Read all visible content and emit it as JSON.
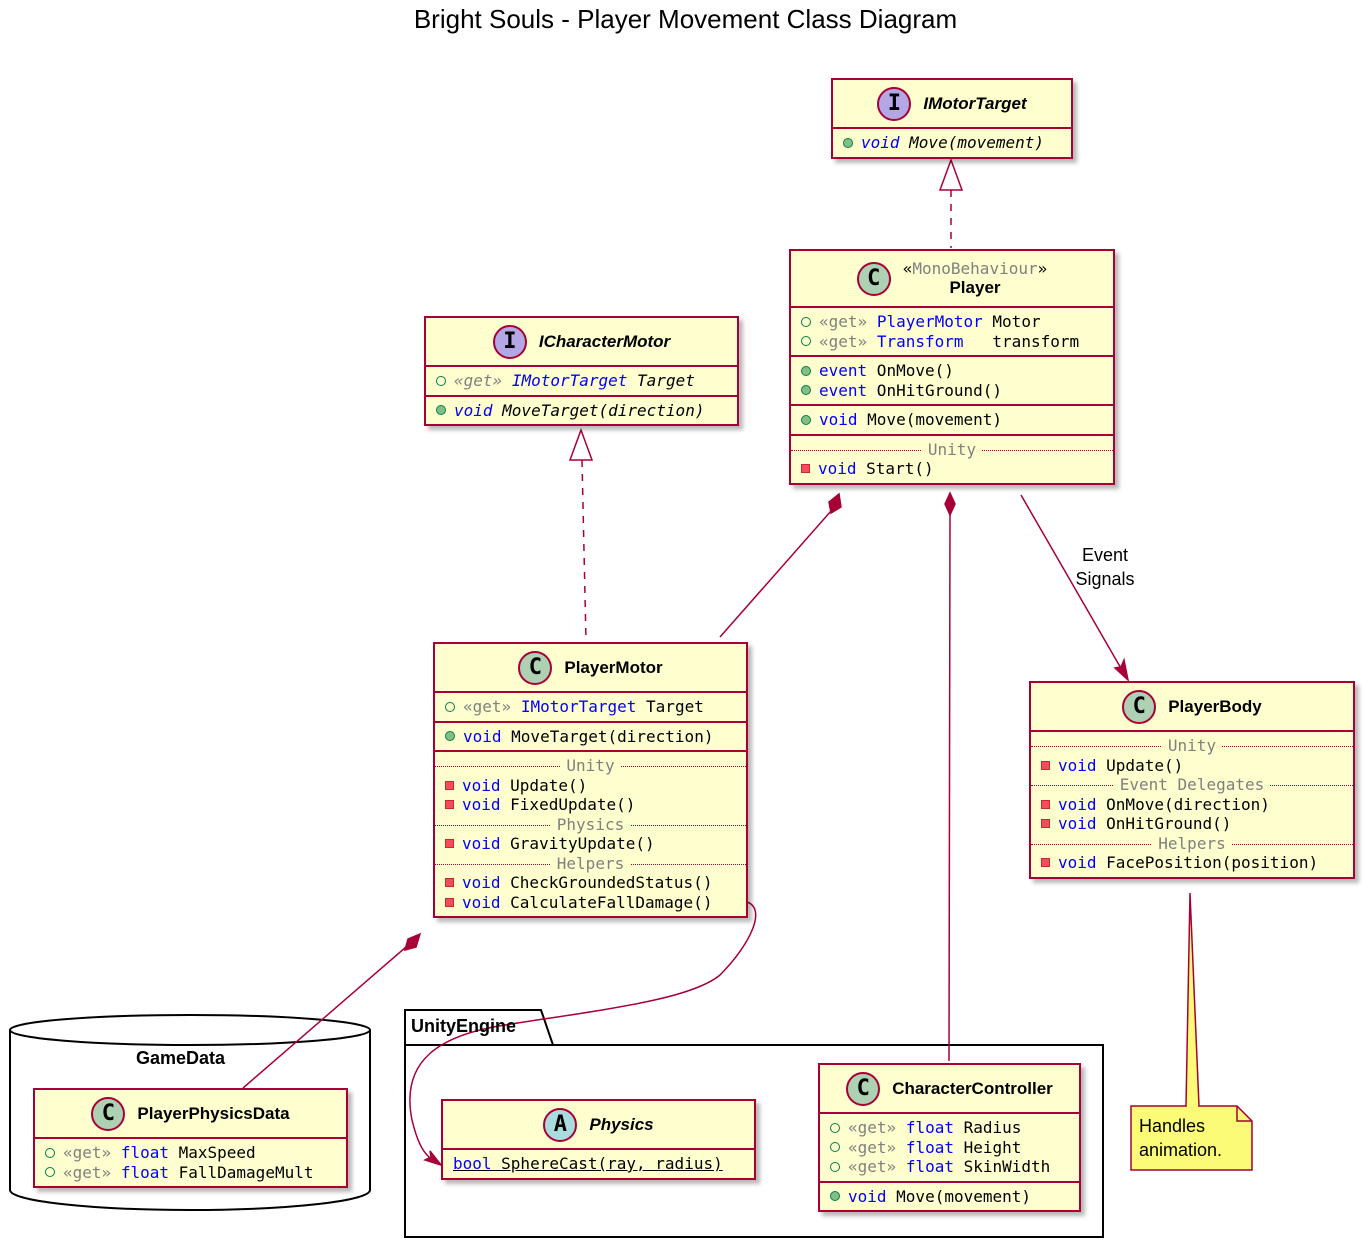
{
  "title": "Bright Souls - Player Movement Class Diagram",
  "colors": {
    "class_fill": "#fefece",
    "border": "#a80036",
    "keyword": "#0000ff",
    "muted": "#808080",
    "note_fill": "#fbfb77",
    "class_circle": "#add1b2",
    "interface_circle": "#b4a7e5",
    "abstract_circle": "#a9dcdf"
  },
  "classes": {
    "imotortarget": {
      "kind": "I",
      "name": "IMotorTarget",
      "m1": {
        "type": "void",
        "rest": " Move(movement)"
      }
    },
    "player": {
      "kind": "C",
      "stereotype_open": "«",
      "stereotype": "MonoBehaviour",
      "stereotype_close": "»",
      "name": "Player",
      "f1": {
        "get": "«get»",
        "type": "PlayerMotor",
        "rest": " Motor"
      },
      "f2": {
        "get": "«get»",
        "type": "Transform",
        "rest": "   transform"
      },
      "e1": {
        "type": "event",
        "rest": " OnMove()"
      },
      "e2": {
        "type": "event",
        "rest": " OnHitGround()"
      },
      "m1": {
        "type": "void",
        "rest": " Move(movement)"
      },
      "div1": "Unity",
      "m2": {
        "type": "void",
        "rest": " Start()"
      }
    },
    "icharactermotor": {
      "kind": "I",
      "name": "ICharacterMotor",
      "f1": {
        "get": "«get»",
        "type": "IMotorTarget",
        "rest": " Target"
      },
      "m1": {
        "type": "void",
        "rest": " MoveTarget(direction)"
      }
    },
    "playermotor": {
      "kind": "C",
      "name": "PlayerMotor",
      "f1": {
        "get": "«get»",
        "type": "IMotorTarget",
        "rest": " Target"
      },
      "m1": {
        "type": "void",
        "rest": " MoveTarget(direction)"
      },
      "div1": "Unity",
      "m2": {
        "type": "void",
        "rest": " Update()"
      },
      "m3": {
        "type": "void",
        "rest": " FixedUpdate()"
      },
      "div2": "Physics",
      "m4": {
        "type": "void",
        "rest": " GravityUpdate()"
      },
      "div3": "Helpers",
      "m5": {
        "type": "void",
        "rest": " CheckGroundedStatus()"
      },
      "m6": {
        "type": "void",
        "rest": " CalculateFallDamage()"
      }
    },
    "playerbody": {
      "kind": "C",
      "name": "PlayerBody",
      "div1": "Unity",
      "m1": {
        "type": "void",
        "rest": " Update()"
      },
      "div2": "Event Delegates",
      "m2": {
        "type": "void",
        "rest": " OnMove(direction)"
      },
      "m3": {
        "type": "void",
        "rest": " OnHitGround()"
      },
      "div3": "Helpers",
      "m4": {
        "type": "void",
        "rest": " FacePosition(position)"
      }
    },
    "playerphysicsdata": {
      "kind": "C",
      "name": "PlayerPhysicsData",
      "f1": {
        "get": "«get»",
        "type": "float",
        "rest": " MaxSpeed"
      },
      "f2": {
        "get": "«get»",
        "type": "float",
        "rest": " FallDamageMult"
      }
    },
    "physics": {
      "kind": "A",
      "name": "Physics",
      "m1": {
        "type": "bool",
        "rest": " SphereCast(ray, radius)"
      }
    },
    "charactercontroller": {
      "kind": "C",
      "name": "CharacterController",
      "f1": {
        "get": "«get»",
        "type": "float",
        "rest": " Radius"
      },
      "f2": {
        "get": "«get»",
        "type": "float",
        "rest": " Height"
      },
      "f3": {
        "get": "«get»",
        "type": "float",
        "rest": " SkinWidth"
      },
      "m1": {
        "type": "void",
        "rest": " Move(movement)"
      }
    }
  },
  "packages": {
    "gamedata": "GameData",
    "unityengine": "UnityEngine"
  },
  "note": {
    "line1": "Handles",
    "line2": "animation."
  },
  "edge_label": {
    "line1": "Event",
    "line2": "Signals"
  }
}
